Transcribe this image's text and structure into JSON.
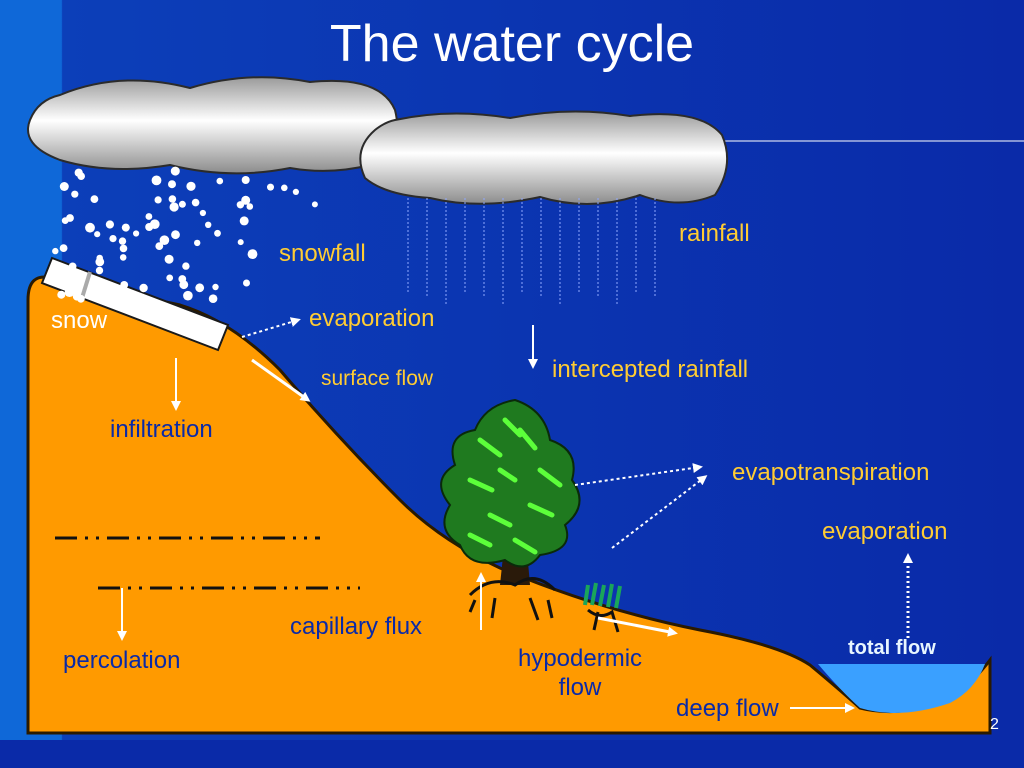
{
  "title": "The water cycle",
  "labels": {
    "snowfall": "snowfall",
    "rainfall": "rainfall",
    "snow": "snow",
    "evaporation_top": "evaporation",
    "surface_flow": "surface flow",
    "intercepted_rainfall": "intercepted rainfall",
    "infiltration": "infiltration",
    "evapotranspiration": "evapotranspiration",
    "evaporation_right": "evaporation",
    "capillary_flux": "capillary flux",
    "percolation": "percolation",
    "hypodermic_flow": "hypodermic flow",
    "total_flow": "total flow",
    "deep_flow": "deep flow",
    "page_number": "2"
  },
  "colors": {
    "background": "#0a2aa8",
    "background_left_band": "#0f68d8",
    "ground": "#ff9a00",
    "water": "#3aa0ff",
    "label_yellow": "#ffcc33",
    "label_blue": "#0a2aa8",
    "label_white": "#ffffff"
  }
}
